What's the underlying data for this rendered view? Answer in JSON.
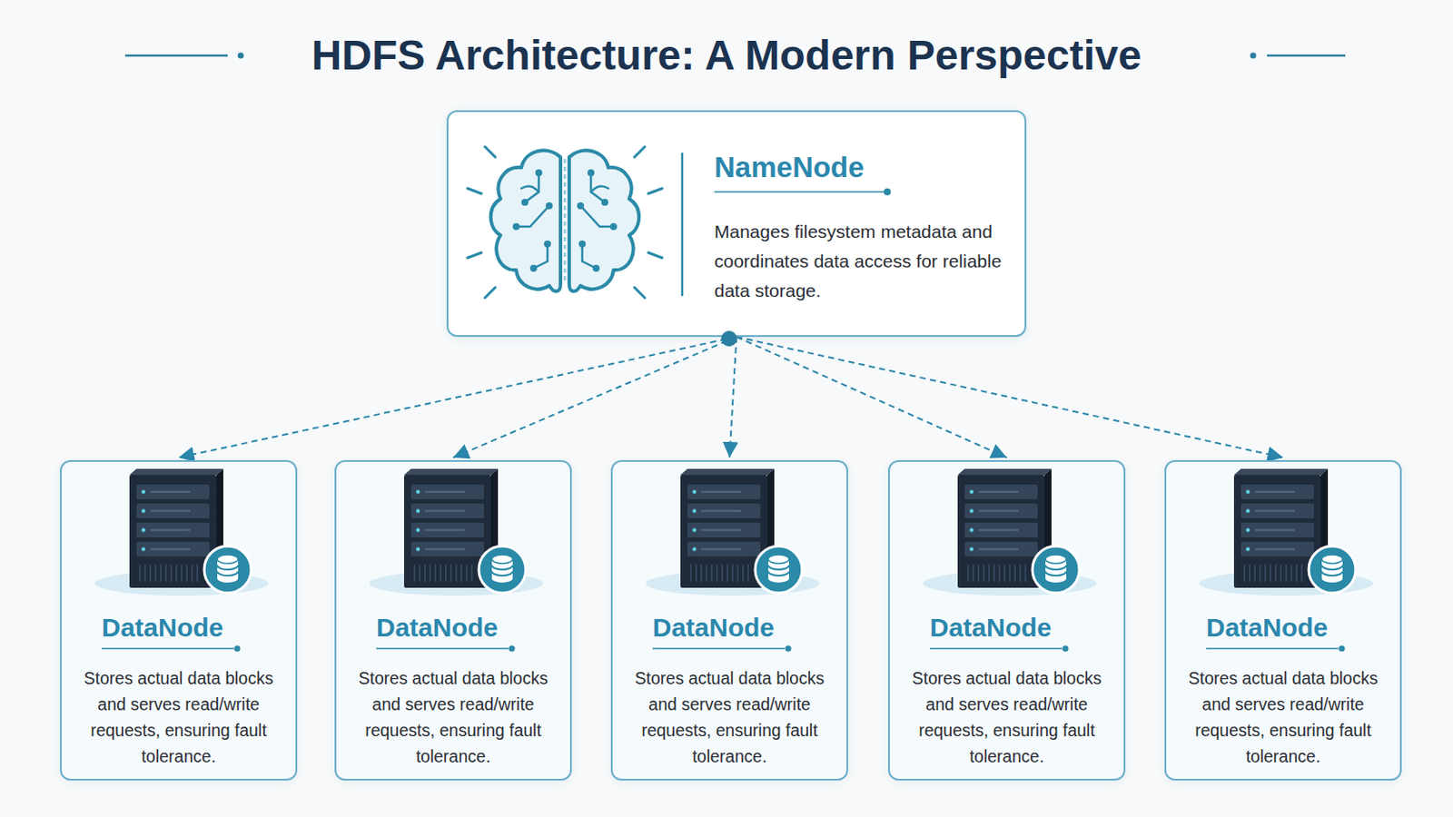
{
  "diagram": {
    "title": "HDFS Architecture: A Modern Perspective",
    "nodes": [
      {
        "text": [
          "NameNode",
          "Manages filesystem metadata and coordinates data access for reliable data storage."
        ]
      },
      {
        "text": [
          "DataNode",
          "Stores actual data blocks and serves read/write requests, ensuring fault tolerance."
        ]
      },
      {
        "text": [
          "DataNode",
          "Stores actual data blocks and serves read/write requests, ensuring fault tolerance."
        ]
      },
      {
        "text": [
          "DataNode",
          "Stores actual data blocks and serves read/write requests, ensuring fault tolerance."
        ]
      },
      {
        "text": [
          "DataNode",
          "Stores actual data blocks and serves read/write requests, ensuring fault tolerance."
        ]
      },
      {
        "text": [
          "DataNode",
          "Stores actual data blocks and serves read/write requests, ensuring fault tolerance."
        ]
      }
    ],
    "edges": [
      {
        "from": 0,
        "to": 1,
        "arrow": "to"
      },
      {
        "from": 0,
        "to": 2,
        "arrow": "to"
      },
      {
        "from": 0,
        "to": 3,
        "arrow": "to"
      },
      {
        "from": 0,
        "to": 4,
        "arrow": "to"
      },
      {
        "from": 0,
        "to": 5,
        "arrow": "to"
      }
    ]
  }
}
